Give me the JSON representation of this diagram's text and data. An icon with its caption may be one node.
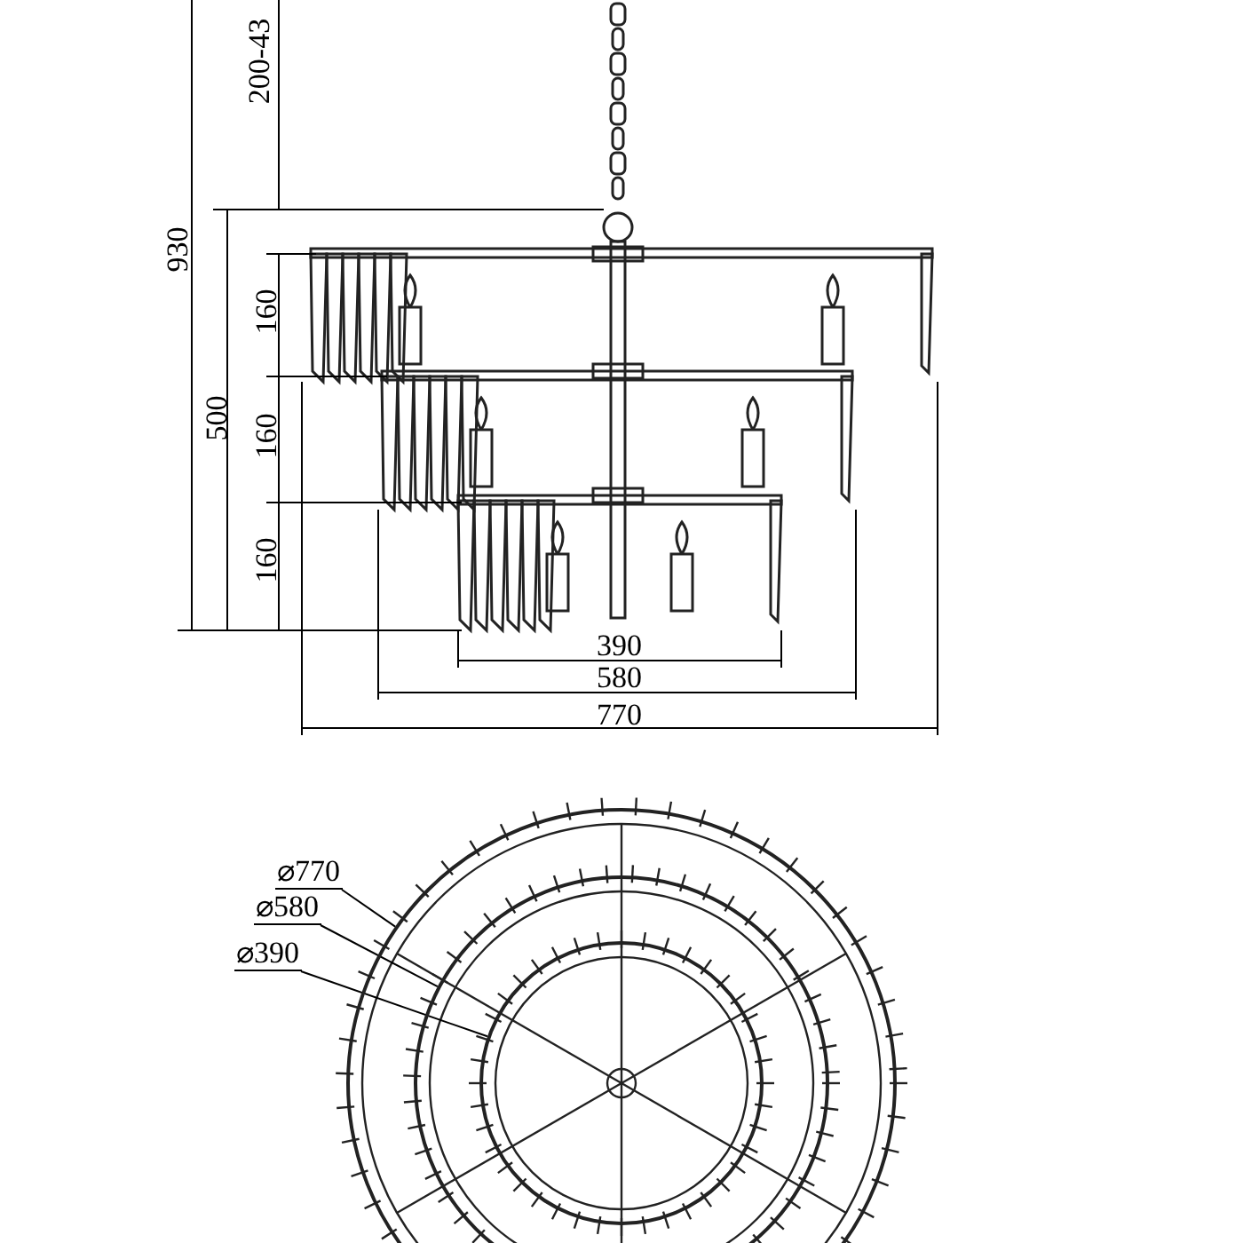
{
  "diagram": {
    "nodes": [
      {
        "text": [
          "⌀770"
        ]
      },
      {
        "text": [
          "⌀580"
        ]
      },
      {
        "text": [
          "⌀390"
        ]
      },
      {
        "text": [],
        "shape": "circle"
      },
      {
        "text": [],
        "shape": "circle",
        "in": 3
      },
      {
        "text": [],
        "shape": "circle",
        "in": 4
      }
    ],
    "edges": [
      {
        "from": 0,
        "to": 3,
        "arrow": "none"
      },
      {
        "from": 1,
        "to": 4,
        "arrow": "none"
      },
      {
        "from": 2,
        "to": 5,
        "arrow": "none"
      }
    ],
    "labels": [
      "200-43",
      "930",
      "160",
      "500",
      "160",
      "160",
      "390",
      "580",
      "770"
    ]
  }
}
